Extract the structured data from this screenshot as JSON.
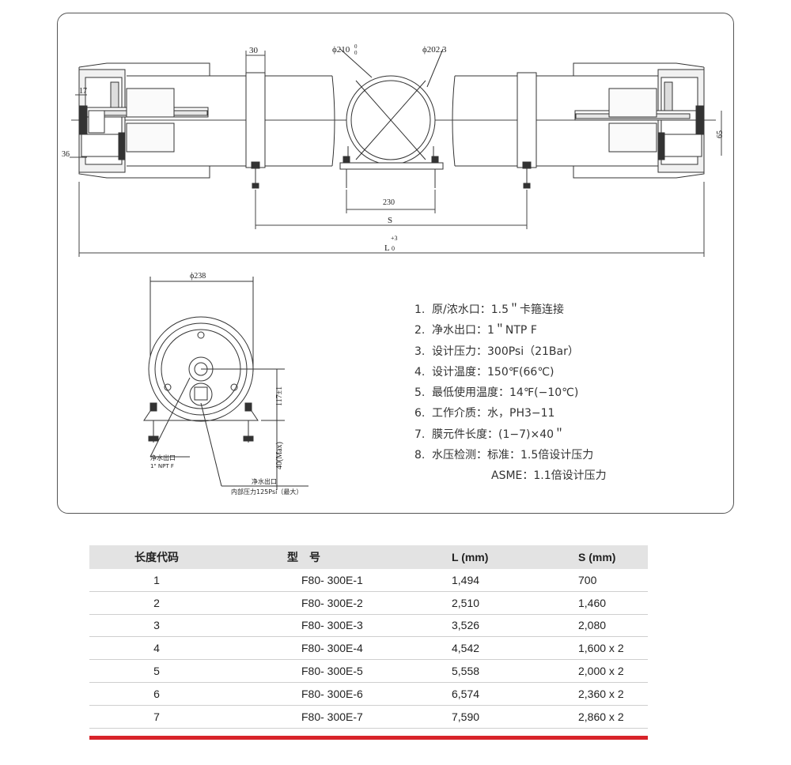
{
  "drawing": {
    "dims": {
      "d30": "30",
      "d210": "ϕ210",
      "d210_tol_top": "0",
      "d210_tol_bottom": "0",
      "d202": "ϕ202.3",
      "d17": "17",
      "d36": "36",
      "d65": "65",
      "d230": "230",
      "s": "S",
      "l": "L",
      "l_tol_top": "+3",
      "l_tol_bottom": "0",
      "d238": "ϕ238",
      "d117": "117±1",
      "d40": "40(Max)"
    },
    "notes": {
      "permeate_port": "净水出口",
      "permeate_port_spec": "1\" NPT F",
      "permeate_outlet": "净水出口",
      "internal_pressure": "内部压力125Psi（最大）"
    }
  },
  "specs": [
    {
      "num": "1.",
      "text": "原/浓水口：1.5＂卡箍连接"
    },
    {
      "num": "2.",
      "text": "净水出口：1＂NTP F"
    },
    {
      "num": "3.",
      "text": "设计压力：300Psi（21Bar）"
    },
    {
      "num": "4.",
      "text": "设计温度：150℉(66℃)"
    },
    {
      "num": "5.",
      "text": "最低使用温度：14℉(−10℃)"
    },
    {
      "num": "6.",
      "text": "工作介质：水，PH3−11"
    },
    {
      "num": "7.",
      "text": "膜元件长度：(1−7)×40＂"
    },
    {
      "num": "8.",
      "text": "水压检测：标准：1.5倍设计压力"
    }
  ],
  "specs_continuation": "ASME：1.1倍设计压力",
  "table": {
    "headers": [
      "长度代码",
      "型　号",
      "L (mm)",
      "S (mm)"
    ],
    "rows": [
      [
        "1",
        "F80- 300E-1",
        "1,494",
        "700"
      ],
      [
        "2",
        "F80- 300E-2",
        "2,510",
        "1,460"
      ],
      [
        "3",
        "F80- 300E-3",
        "3,526",
        "2,080"
      ],
      [
        "4",
        "F80- 300E-4",
        "4,542",
        "1,600 x 2"
      ],
      [
        "5",
        "F80- 300E-5",
        "5,558",
        "2,000 x 2"
      ],
      [
        "6",
        "F80- 300E-6",
        "6,574",
        "2,360 x 2"
      ],
      [
        "7",
        "F80- 300E-7",
        "7,590",
        "2,860 x 2"
      ]
    ]
  },
  "colors": {
    "frame": "#555555",
    "header_bg": "#e3e3e3",
    "accent_rule": "#d8232a"
  }
}
